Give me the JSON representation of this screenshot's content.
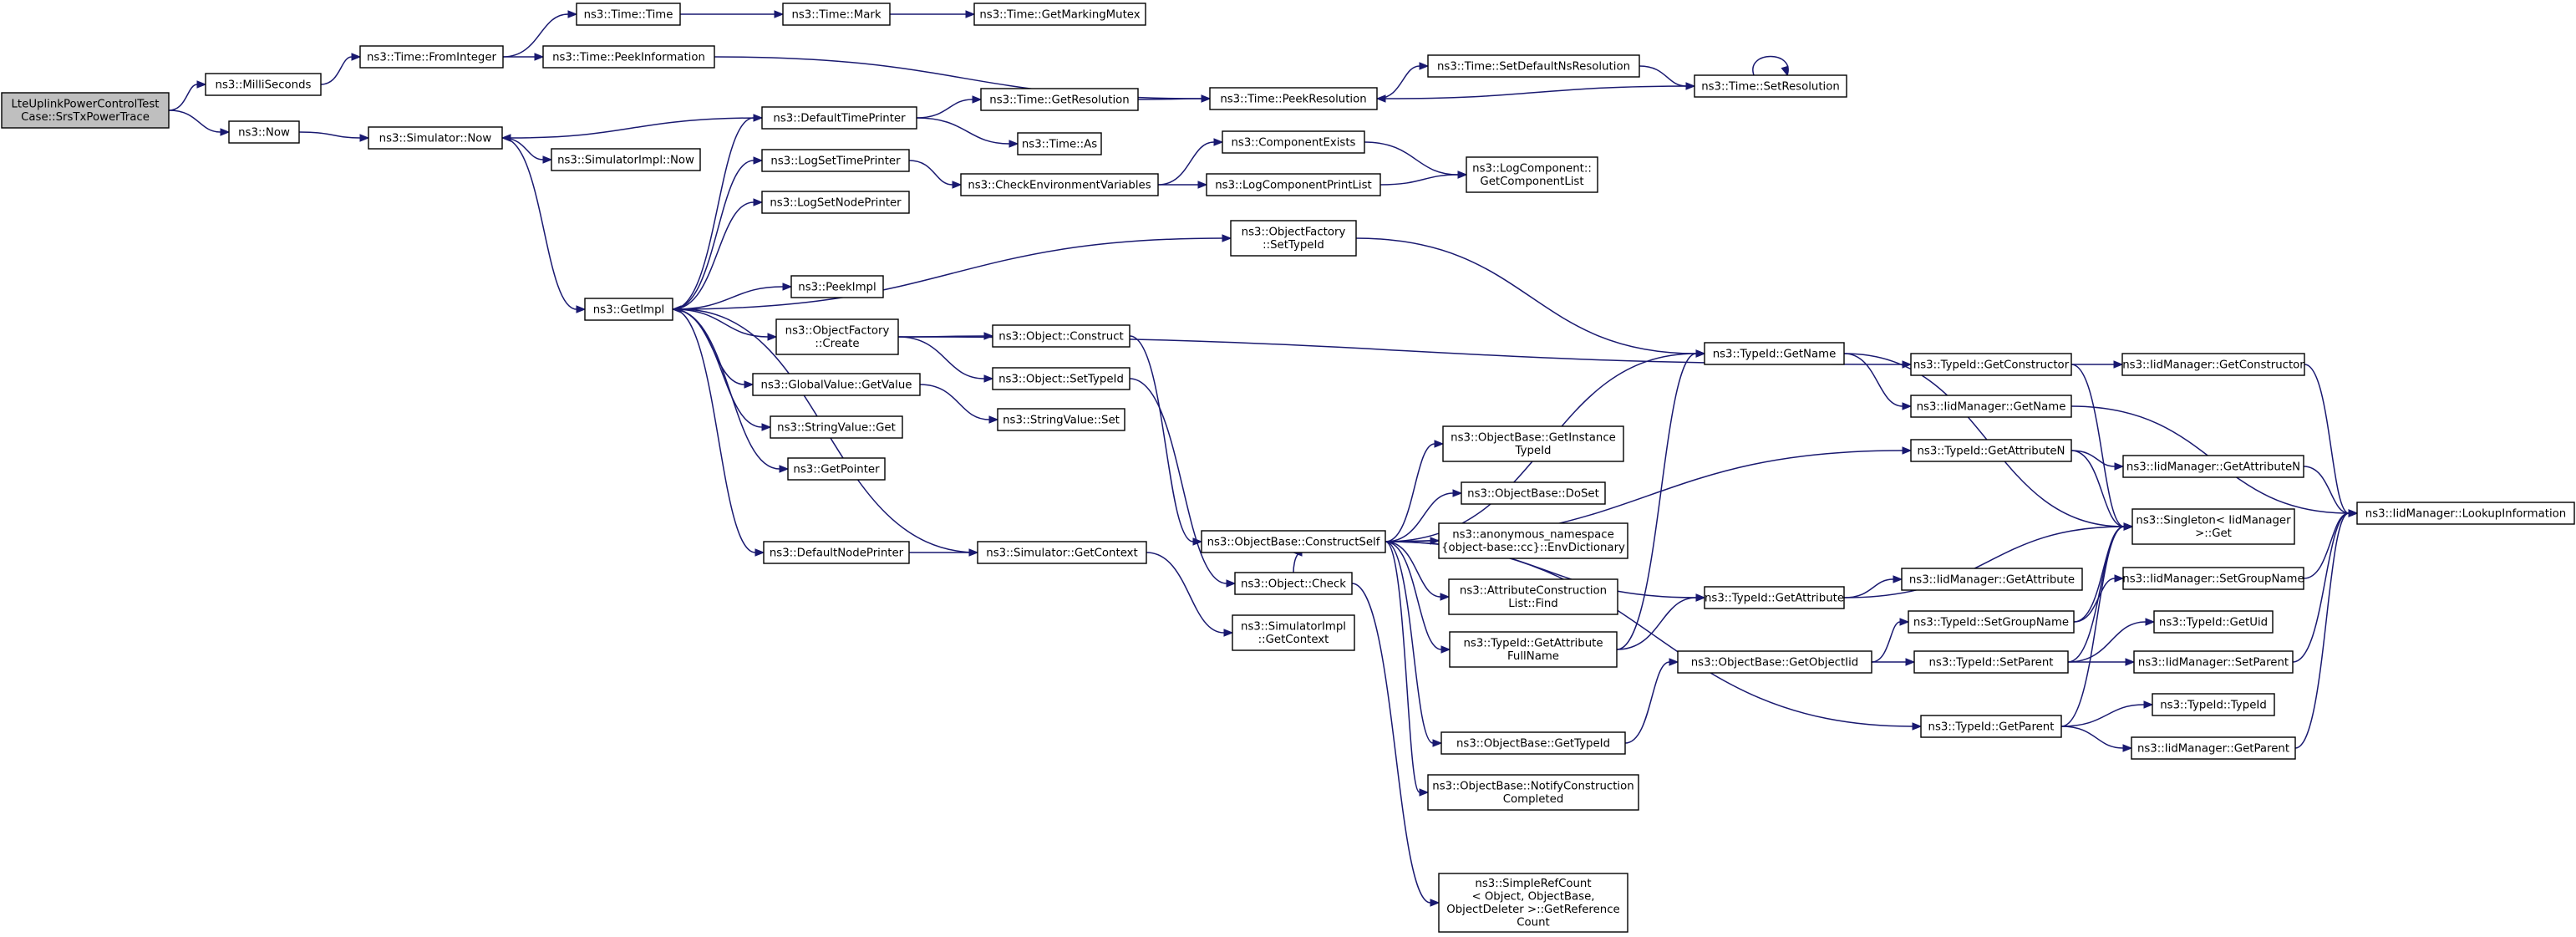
{
  "diagram": {
    "kind": "call-graph",
    "colors": {
      "edge": "#191970",
      "node_border": "#000000",
      "node_fill": "#ffffff",
      "root_fill": "#bfbfbf"
    },
    "nodes": [
      {
        "id": "root",
        "lines": [
          "LteUplinkPowerControlTest",
          "Case::SrsTxPowerTrace"
        ],
        "root": true
      },
      {
        "id": "milli",
        "lines": [
          "ns3::MilliSeconds"
        ]
      },
      {
        "id": "now",
        "lines": [
          "ns3::Now"
        ]
      },
      {
        "id": "fromint",
        "lines": [
          "ns3::Time::FromInteger"
        ]
      },
      {
        "id": "time",
        "lines": [
          "ns3::Time::Time"
        ]
      },
      {
        "id": "mark",
        "lines": [
          "ns3::Time::Mark"
        ]
      },
      {
        "id": "mutex",
        "lines": [
          "ns3::Time::GetMarkingMutex"
        ]
      },
      {
        "id": "peekinfo",
        "lines": [
          "ns3::Time::PeekInformation"
        ]
      },
      {
        "id": "peekres",
        "lines": [
          "ns3::Time::PeekResolution"
        ]
      },
      {
        "id": "setdefns",
        "lines": [
          "ns3::Time::SetDefaultNsResolution"
        ]
      },
      {
        "id": "setres",
        "lines": [
          "ns3::Time::SetResolution"
        ]
      },
      {
        "id": "simnow",
        "lines": [
          "ns3::Simulator::Now"
        ]
      },
      {
        "id": "simimplnow",
        "lines": [
          "ns3::SimulatorImpl::Now"
        ]
      },
      {
        "id": "deftp",
        "lines": [
          "ns3::DefaultTimePrinter"
        ]
      },
      {
        "id": "getres",
        "lines": [
          "ns3::Time::GetResolution"
        ]
      },
      {
        "id": "timeas",
        "lines": [
          "ns3::Time::As"
        ]
      },
      {
        "id": "logsettp",
        "lines": [
          "ns3::LogSetTimePrinter"
        ]
      },
      {
        "id": "logsetnp",
        "lines": [
          "ns3::LogSetNodePrinter"
        ]
      },
      {
        "id": "checkenv",
        "lines": [
          "ns3::CheckEnvironmentVariables"
        ]
      },
      {
        "id": "compexists",
        "lines": [
          "ns3::ComponentExists"
        ]
      },
      {
        "id": "logcomppl",
        "lines": [
          "ns3::LogComponentPrintList"
        ]
      },
      {
        "id": "getcomplist",
        "lines": [
          "ns3::LogComponent::",
          "GetComponentList"
        ]
      },
      {
        "id": "getimpl",
        "lines": [
          "ns3::GetImpl"
        ]
      },
      {
        "id": "ofsettid",
        "lines": [
          "ns3::ObjectFactory",
          "::SetTypeId"
        ]
      },
      {
        "id": "peekimpl",
        "lines": [
          "ns3::PeekImpl"
        ]
      },
      {
        "id": "ofcreate",
        "lines": [
          "ns3::ObjectFactory",
          "::Create"
        ]
      },
      {
        "id": "objconstruct",
        "lines": [
          "ns3::Object::Construct"
        ]
      },
      {
        "id": "objsettid",
        "lines": [
          "ns3::Object::SetTypeId"
        ]
      },
      {
        "id": "gvgetvalue",
        "lines": [
          "ns3::GlobalValue::GetValue"
        ]
      },
      {
        "id": "svget",
        "lines": [
          "ns3::StringValue::Get"
        ]
      },
      {
        "id": "svset",
        "lines": [
          "ns3::StringValue::Set"
        ]
      },
      {
        "id": "getpointer",
        "lines": [
          "ns3::GetPointer"
        ]
      },
      {
        "id": "defnp",
        "lines": [
          "ns3::DefaultNodePrinter"
        ]
      },
      {
        "id": "simgetctx",
        "lines": [
          "ns3::Simulator::GetContext"
        ]
      },
      {
        "id": "simimplgetctx",
        "lines": [
          "ns3::SimulatorImpl",
          "::GetContext"
        ]
      },
      {
        "id": "objcheck",
        "lines": [
          "ns3::Object::Check"
        ]
      },
      {
        "id": "obconstructself",
        "lines": [
          "ns3::ObjectBase::ConstructSelf"
        ]
      },
      {
        "id": "obgetinsttid",
        "lines": [
          "ns3::ObjectBase::GetInstance",
          "TypeId"
        ]
      },
      {
        "id": "obdoset",
        "lines": [
          "ns3::ObjectBase::DoSet"
        ]
      },
      {
        "id": "anonenv",
        "lines": [
          "ns3::anonymous_namespace",
          "{object-base::cc}::EnvDictionary"
        ]
      },
      {
        "id": "acfind",
        "lines": [
          "ns3::AttributeConstruction",
          "List::Find"
        ]
      },
      {
        "id": "tidgetattrfn",
        "lines": [
          "ns3::TypeId::GetAttribute",
          "FullName"
        ]
      },
      {
        "id": "obgettid",
        "lines": [
          "ns3::ObjectBase::GetTypeId"
        ]
      },
      {
        "id": "obnotify",
        "lines": [
          "ns3::ObjectBase::NotifyConstruction",
          "Completed"
        ]
      },
      {
        "id": "srcgetref",
        "lines": [
          "ns3::SimpleRefCount",
          "< Object, ObjectBase,",
          "ObjectDeleter >::GetReference",
          "Count"
        ]
      },
      {
        "id": "tidgetname",
        "lines": [
          "ns3::TypeId::GetName"
        ]
      },
      {
        "id": "tidgetattr",
        "lines": [
          "ns3::TypeId::GetAttribute"
        ]
      },
      {
        "id": "obgetobjtid",
        "lines": [
          "ns3::ObjectBase::GetObjectIid"
        ]
      },
      {
        "id": "tidgetctor",
        "lines": [
          "ns3::TypeId::GetConstructor"
        ]
      },
      {
        "id": "iidgetname",
        "lines": [
          "ns3::IidManager::GetName"
        ]
      },
      {
        "id": "tidgetattrn",
        "lines": [
          "ns3::TypeId::GetAttributeN"
        ]
      },
      {
        "id": "tidsetgn",
        "lines": [
          "ns3::TypeId::SetGroupName"
        ]
      },
      {
        "id": "tidsetparent",
        "lines": [
          "ns3::TypeId::SetParent"
        ]
      },
      {
        "id": "tidgetparent",
        "lines": [
          "ns3::TypeId::GetParent"
        ]
      },
      {
        "id": "iidgetctor",
        "lines": [
          "ns3::IidManager::GetConstructor"
        ]
      },
      {
        "id": "iidgetattrn",
        "lines": [
          "ns3::IidManager::GetAttributeN"
        ]
      },
      {
        "id": "singleton",
        "lines": [
          "ns3::Singleton< IidManager",
          ">::Get"
        ]
      },
      {
        "id": "iidgetattr",
        "lines": [
          "ns3::IidManager::GetAttribute"
        ]
      },
      {
        "id": "iidsetgn",
        "lines": [
          "ns3::IidManager::SetGroupName"
        ]
      },
      {
        "id": "tidgetuid",
        "lines": [
          "ns3::TypeId::GetUid"
        ]
      },
      {
        "id": "iidsetparent",
        "lines": [
          "ns3::IidManager::SetParent"
        ]
      },
      {
        "id": "tidtypeid",
        "lines": [
          "ns3::TypeId::TypeId"
        ]
      },
      {
        "id": "iidgetparent",
        "lines": [
          "ns3::IidManager::GetParent"
        ]
      },
      {
        "id": "iidlookup",
        "lines": [
          "ns3::IidManager::LookupInformation"
        ]
      }
    ],
    "edges": [
      [
        "root",
        "milli"
      ],
      [
        "root",
        "now"
      ],
      [
        "milli",
        "fromint"
      ],
      [
        "fromint",
        "time"
      ],
      [
        "fromint",
        "peekinfo"
      ],
      [
        "time",
        "mark"
      ],
      [
        "mark",
        "mutex"
      ],
      [
        "peekinfo",
        "peekres"
      ],
      [
        "peekres",
        "setdefns"
      ],
      [
        "setdefns",
        "setres"
      ],
      [
        "setres",
        "peekres"
      ],
      [
        "setres",
        "setres"
      ],
      [
        "now",
        "simnow"
      ],
      [
        "simnow",
        "simimplnow"
      ],
      [
        "simnow",
        "getimpl"
      ],
      [
        "deftp",
        "simnow"
      ],
      [
        "deftp",
        "getres"
      ],
      [
        "deftp",
        "timeas"
      ],
      [
        "getres",
        "peekres"
      ],
      [
        "logsettp",
        "checkenv"
      ],
      [
        "checkenv",
        "compexists"
      ],
      [
        "checkenv",
        "logcomppl"
      ],
      [
        "compexists",
        "getcomplist"
      ],
      [
        "logcomppl",
        "getcomplist"
      ],
      [
        "getimpl",
        "deftp"
      ],
      [
        "getimpl",
        "logsettp"
      ],
      [
        "getimpl",
        "logsetnp"
      ],
      [
        "getimpl",
        "ofsettid"
      ],
      [
        "getimpl",
        "peekimpl"
      ],
      [
        "getimpl",
        "ofcreate"
      ],
      [
        "getimpl",
        "gvgetvalue"
      ],
      [
        "getimpl",
        "svget"
      ],
      [
        "getimpl",
        "getpointer"
      ],
      [
        "getimpl",
        "defnp"
      ],
      [
        "simgetctx",
        "getimpl"
      ],
      [
        "defnp",
        "simgetctx"
      ],
      [
        "simgetctx",
        "simimplgetctx"
      ],
      [
        "ofsettid",
        "tidgetname"
      ],
      [
        "ofcreate",
        "objconstruct"
      ],
      [
        "ofcreate",
        "objsettid"
      ],
      [
        "ofcreate",
        "tidgetctor"
      ],
      [
        "gvgetvalue",
        "svset"
      ],
      [
        "objconstruct",
        "obconstructself"
      ],
      [
        "objsettid",
        "objcheck"
      ],
      [
        "objcheck",
        "obconstructself"
      ],
      [
        "objcheck",
        "srcgetref"
      ],
      [
        "obconstructself",
        "tidgetname"
      ],
      [
        "obconstructself",
        "tidgetattrn"
      ],
      [
        "obconstructself",
        "obgetinsttid"
      ],
      [
        "obconstructself",
        "obdoset"
      ],
      [
        "obconstructself",
        "anonenv"
      ],
      [
        "obconstructself",
        "acfind"
      ],
      [
        "obconstructself",
        "tidgetattrfn"
      ],
      [
        "obconstructself",
        "tidgetattr"
      ],
      [
        "obconstructself",
        "obgettid"
      ],
      [
        "obconstructself",
        "obnotify"
      ],
      [
        "obconstructself",
        "tidgetparent"
      ],
      [
        "tidgetattrfn",
        "tidgetattr"
      ],
      [
        "tidgetattrfn",
        "tidgetname"
      ],
      [
        "obgettid",
        "obgetobjtid"
      ],
      [
        "obgetobjtid",
        "tidsetgn"
      ],
      [
        "obgetobjtid",
        "tidsetparent"
      ],
      [
        "tidgetname",
        "iidgetname"
      ],
      [
        "tidgetname",
        "singleton"
      ],
      [
        "tidgetctor",
        "iidgetctor"
      ],
      [
        "tidgetctor",
        "singleton"
      ],
      [
        "tidgetattrn",
        "iidgetattrn"
      ],
      [
        "tidgetattrn",
        "singleton"
      ],
      [
        "tidgetattr",
        "iidgetattr"
      ],
      [
        "tidgetattr",
        "singleton"
      ],
      [
        "tidsetgn",
        "iidsetgn"
      ],
      [
        "tidsetgn",
        "singleton"
      ],
      [
        "tidsetparent",
        "tidgetuid"
      ],
      [
        "tidsetparent",
        "iidsetparent"
      ],
      [
        "tidsetparent",
        "singleton"
      ],
      [
        "tidgetparent",
        "tidtypeid"
      ],
      [
        "tidgetparent",
        "iidgetparent"
      ],
      [
        "tidgetparent",
        "singleton"
      ],
      [
        "iidgetname",
        "iidlookup"
      ],
      [
        "iidgetctor",
        "iidlookup"
      ],
      [
        "iidgetattrn",
        "iidlookup"
      ],
      [
        "iidsetgn",
        "iidlookup"
      ],
      [
        "iidsetparent",
        "iidlookup"
      ],
      [
        "iidgetparent",
        "iidlookup"
      ]
    ]
  }
}
